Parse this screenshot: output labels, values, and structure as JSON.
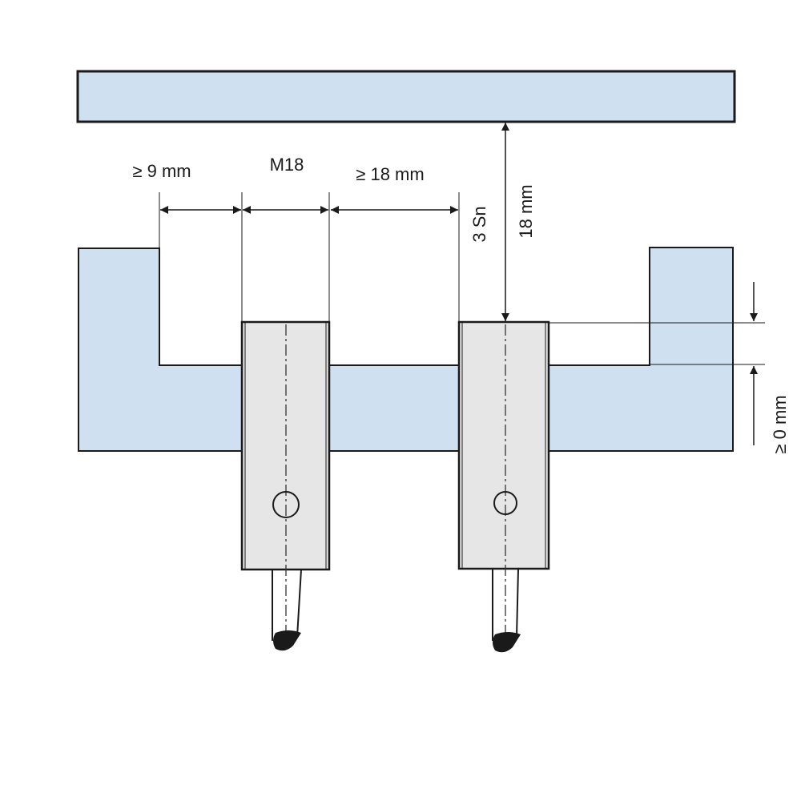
{
  "labels": {
    "clearance_left": "≥ 9 mm",
    "sensor_size": "M18",
    "sensor_spacing": "≥ 18 mm",
    "sensing_range": "3 Sn",
    "target_distance": "18 mm",
    "flush_mount": "≥ 0 mm"
  },
  "colors": {
    "part_fill": "#cfe0f1",
    "sensor_fill": "#e6e6e6",
    "stroke": "#1a1a1a"
  }
}
